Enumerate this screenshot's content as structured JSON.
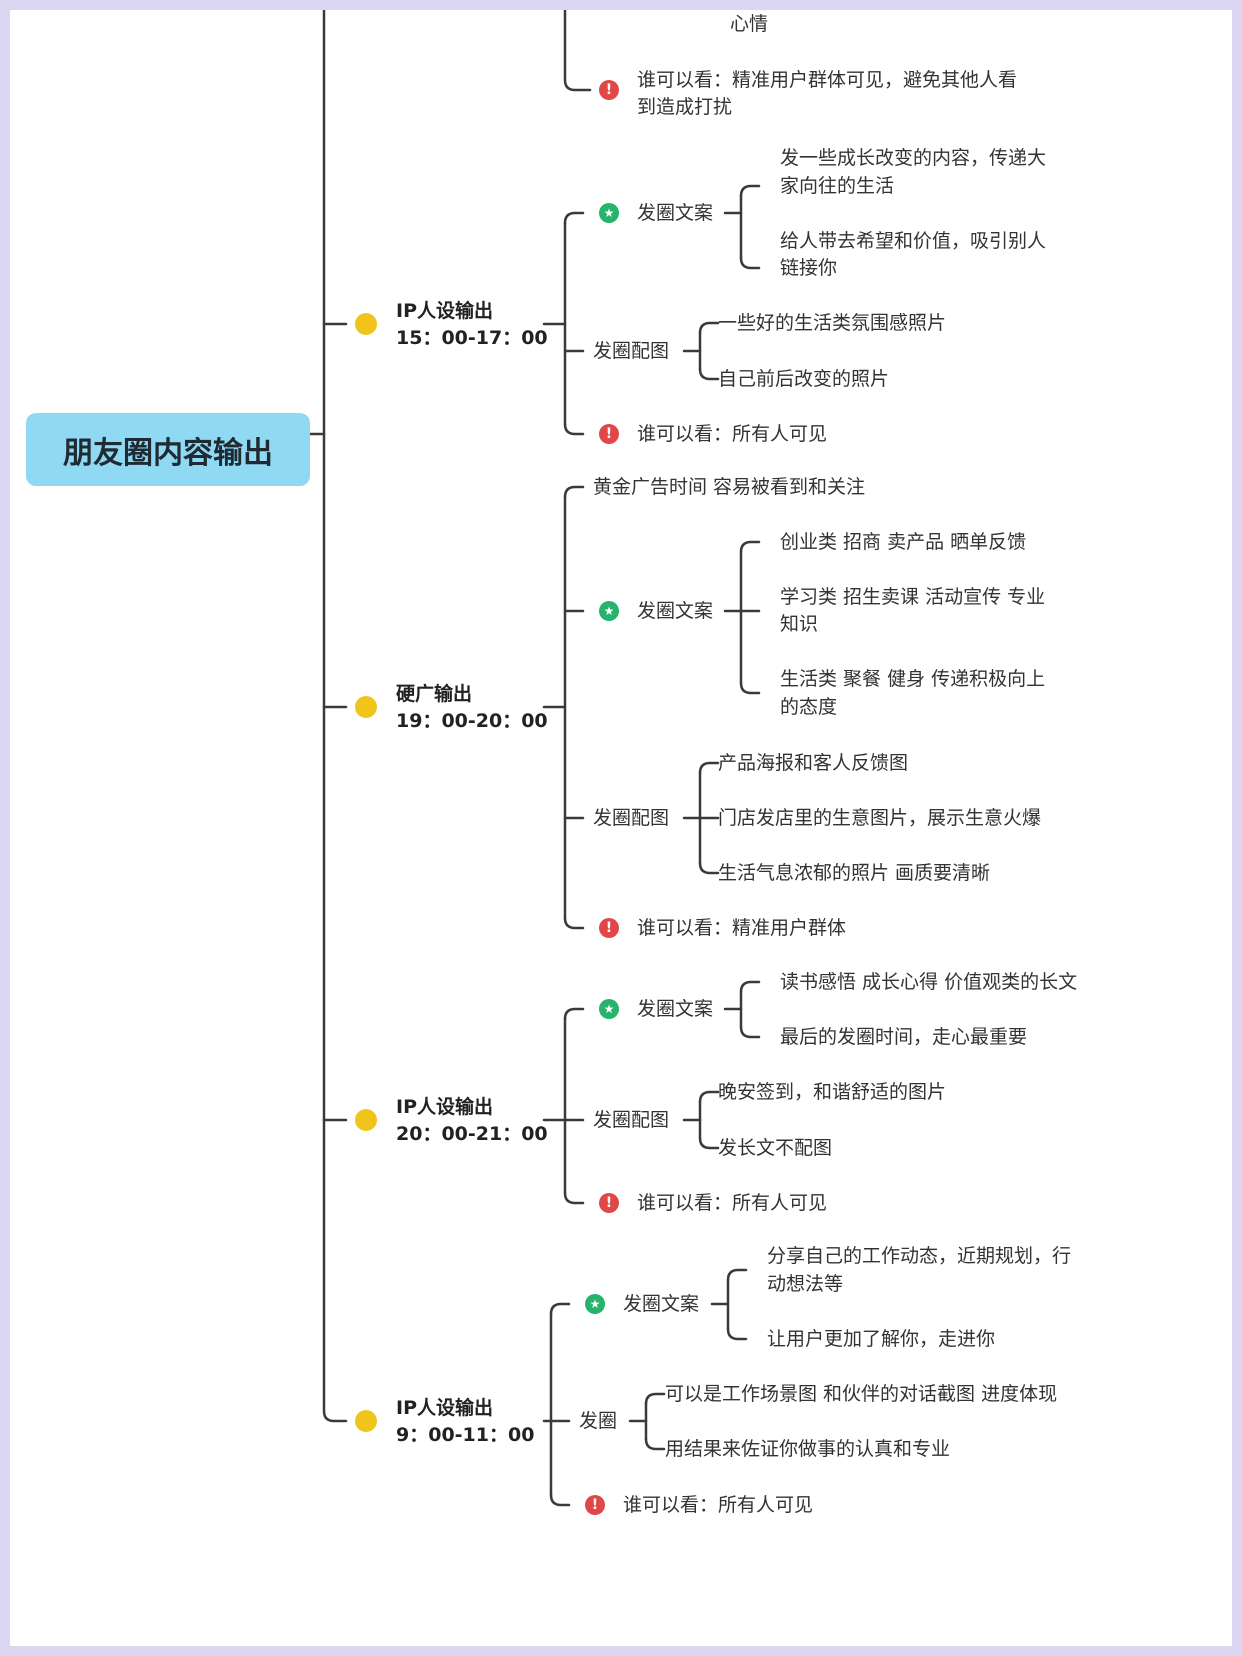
{
  "root": {
    "label": "朋友圈内容输出"
  },
  "colors": {
    "root_fill": "#8fd9f2",
    "line": "#3a3a3a",
    "dot": "#f0c419",
    "star": "#26b36c",
    "warn": "#e04848"
  },
  "top_partial": {
    "cut_text": "心情",
    "visibility": {
      "icon": "warn",
      "line1": "谁可以看：精准用户群体可见，避免其他人看",
      "line2": "到造成打扰"
    }
  },
  "sections": [
    {
      "title1": "IP人设输出",
      "title2": "15：00-17：00",
      "icon": "dot",
      "children": [
        {
          "icon": "star",
          "label": "发圈文案",
          "items": [
            {
              "l1": "发一些成长改变的内容，传递大",
              "l2": "家向往的生活"
            },
            {
              "l1": "给人带去希望和价值，吸引别人",
              "l2": "链接你"
            }
          ]
        },
        {
          "icon": "",
          "label": "发圈配图",
          "items": [
            {
              "l1": "一些好的生活类氛围感照片"
            },
            {
              "l1": "自己前后改变的照片"
            }
          ]
        },
        {
          "icon": "warn",
          "label": "谁可以看：所有人可见"
        }
      ]
    },
    {
      "title1": "硬广输出",
      "title2": "19：00-20：00",
      "icon": "dot",
      "children": [
        {
          "icon": "",
          "label": "黄金广告时间 容易被看到和关注"
        },
        {
          "icon": "star",
          "label": "发圈文案",
          "items": [
            {
              "l1": "创业类 招商 卖产品 晒单反馈"
            },
            {
              "l1": "学习类 招生卖课 活动宣传 专业",
              "l2": "知识"
            },
            {
              "l1": "生活类 聚餐 健身 传递积极向上",
              "l2": "的态度"
            }
          ]
        },
        {
          "icon": "",
          "label": "发圈配图",
          "items": [
            {
              "l1": "产品海报和客人反馈图"
            },
            {
              "l1": "门店发店里的生意图片，展示生意火爆"
            },
            {
              "l1": "生活气息浓郁的照片 画质要清晰"
            }
          ]
        },
        {
          "icon": "warn",
          "label": "谁可以看：精准用户群体"
        }
      ]
    },
    {
      "title1": "IP人设输出",
      "title2": "20：00-21：00",
      "icon": "dot",
      "children": [
        {
          "icon": "star",
          "label": "发圈文案",
          "items": [
            {
              "l1": "读书感悟 成长心得 价值观类的长文"
            },
            {
              "l1": "最后的发圈时间，走心最重要"
            }
          ]
        },
        {
          "icon": "",
          "label": "发圈配图",
          "items": [
            {
              "l1": "晚安签到，和谐舒适的图片"
            },
            {
              "l1": "发长文不配图"
            }
          ]
        },
        {
          "icon": "warn",
          "label": "谁可以看：所有人可见"
        }
      ]
    },
    {
      "title1": "IP人设输出",
      "title2": "9：00-11：00",
      "icon": "dot",
      "children": [
        {
          "icon": "star",
          "label": "发圈文案",
          "items": [
            {
              "l1": "分享自己的工作动态，近期规划，行",
              "l2": "动想法等"
            },
            {
              "l1": "让用户更加了解你，走进你"
            }
          ]
        },
        {
          "icon": "",
          "label": "发圈",
          "items": [
            {
              "l1": "可以是工作场景图 和伙伴的对话截图 进度体现"
            },
            {
              "l1": "用结果来佐证你做事的认真和专业"
            }
          ]
        },
        {
          "icon": "warn",
          "label": "谁可以看：所有人可见"
        }
      ]
    }
  ]
}
